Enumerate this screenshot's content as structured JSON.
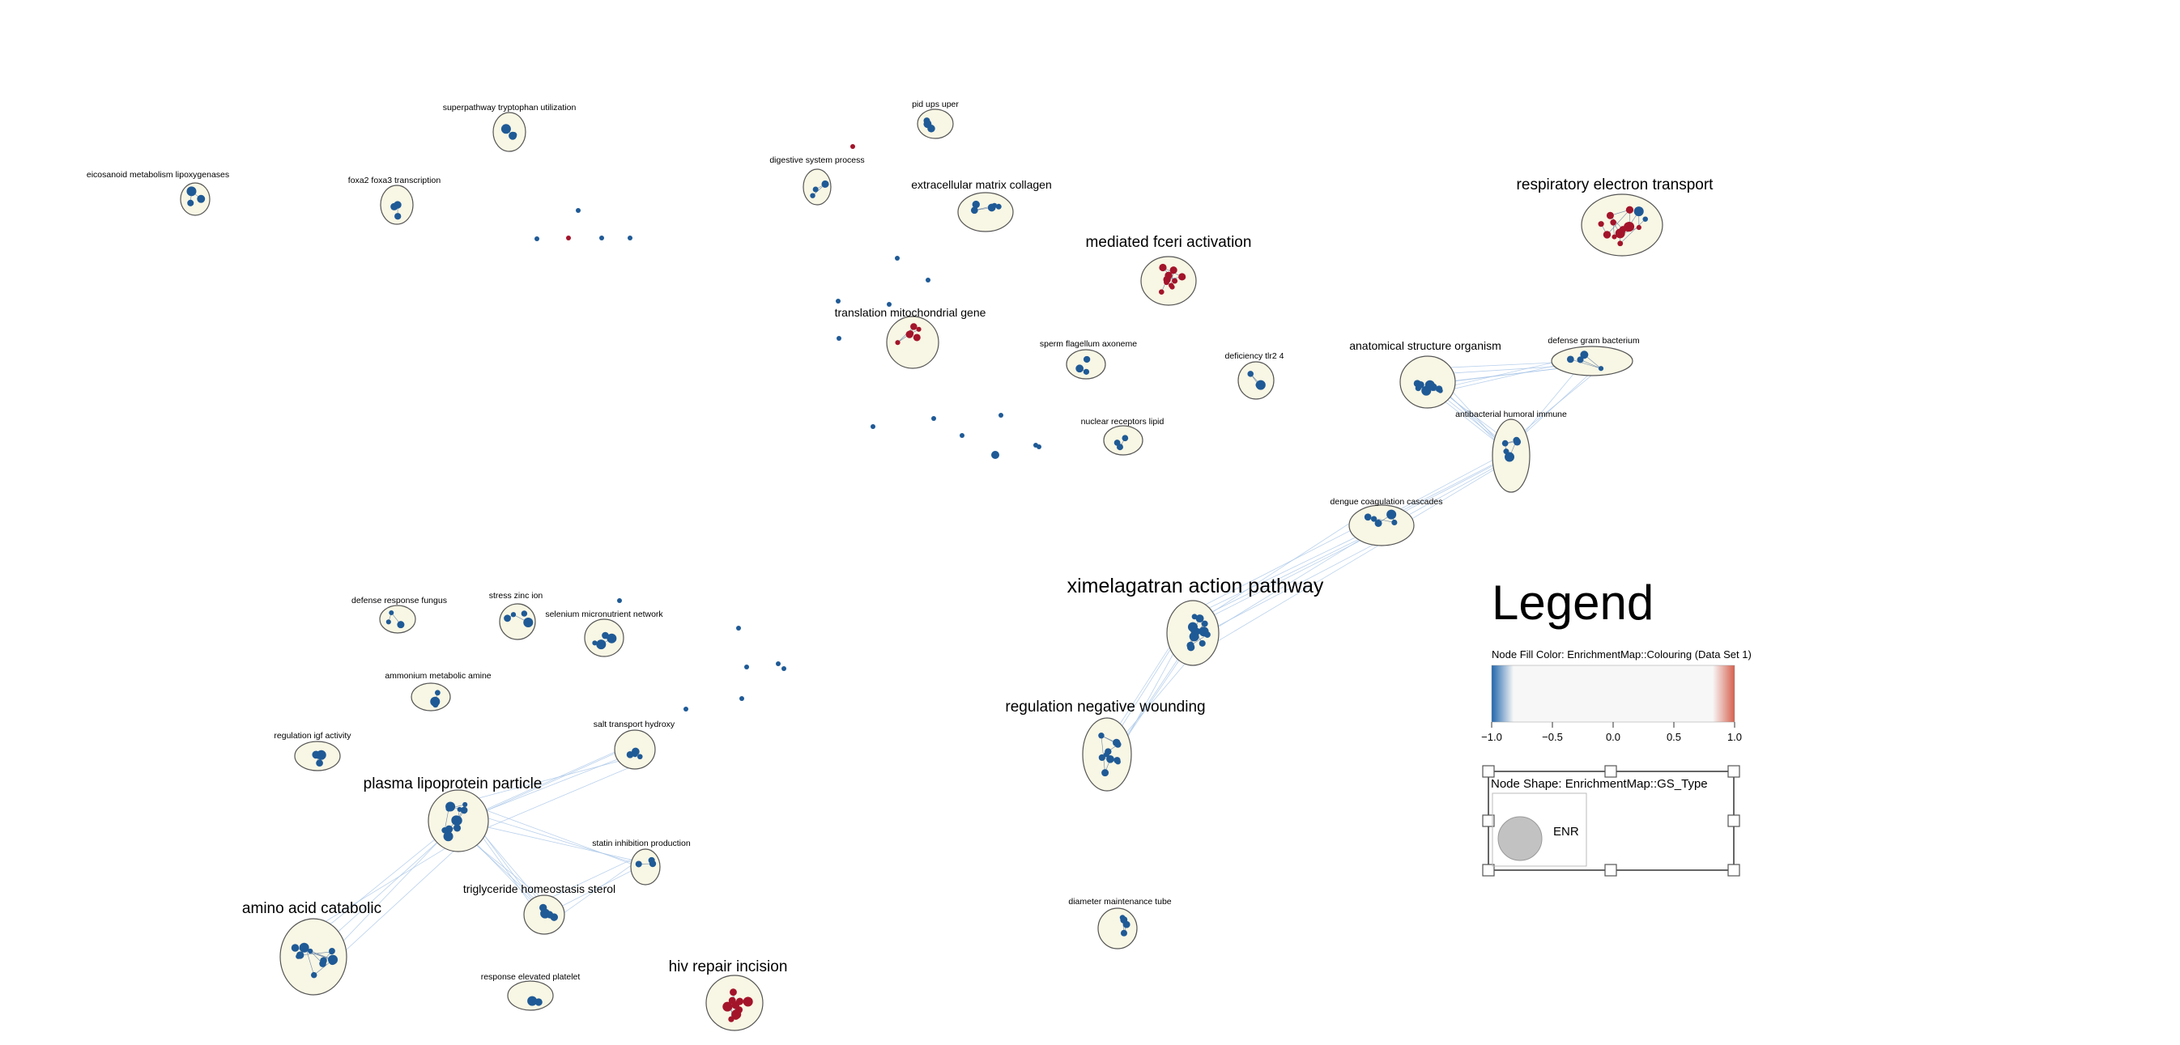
{
  "clusters": [
    {
      "label": "eicosanoid metabolism lipoxygenases",
      "size": "s"
    },
    {
      "label": "superpathway tryptophan utilization",
      "size": "s"
    },
    {
      "label": "foxa2 foxa3 transcription",
      "size": "s"
    },
    {
      "label": "pid ups uper",
      "size": "s"
    },
    {
      "label": "digestive system process",
      "size": "s"
    },
    {
      "label": "extracellular matrix collagen",
      "size": "m"
    },
    {
      "label": "mediated fceri activation",
      "size": "l"
    },
    {
      "label": "respiratory electron transport",
      "size": "l"
    },
    {
      "label": "translation mitochondrial gene",
      "size": "m"
    },
    {
      "label": "sperm flagellum axoneme",
      "size": "s"
    },
    {
      "label": "deficiency tlr2 4",
      "size": "s"
    },
    {
      "label": "anatomical structure organism",
      "size": "m"
    },
    {
      "label": "defense gram bacterium",
      "size": "s"
    },
    {
      "label": "antibacterial humoral immune",
      "size": "s"
    },
    {
      "label": "nuclear receptors lipid",
      "size": "s"
    },
    {
      "label": "dengue coagulation cascades",
      "size": "s"
    },
    {
      "label": "ximelagatran action pathway",
      "size": "xl"
    },
    {
      "label": "regulation negative wounding",
      "size": "l"
    },
    {
      "label": "defense response fungus",
      "size": "s"
    },
    {
      "label": "stress zinc ion",
      "size": "s"
    },
    {
      "label": "selenium micronutrient network",
      "size": "s"
    },
    {
      "label": "ammonium metabolic amine",
      "size": "s"
    },
    {
      "label": "regulation igf activity",
      "size": "s"
    },
    {
      "label": "salt transport hydroxy",
      "size": "s"
    },
    {
      "label": "plasma lipoprotein particle",
      "size": "l"
    },
    {
      "label": "statin inhibition production",
      "size": "s"
    },
    {
      "label": "triglyceride homeostasis sterol",
      "size": "m"
    },
    {
      "label": "amino acid catabolic",
      "size": "l"
    },
    {
      "label": "diameter maintenance tube",
      "size": "s"
    },
    {
      "label": "response elevated platelet",
      "size": "s"
    },
    {
      "label": "hiv repair incision",
      "size": "l"
    }
  ],
  "legend": {
    "title": "Legend",
    "fill_title": "Node Fill Color:  EnrichmentMap::Colouring (Data Set 1)",
    "ticks": [
      "−1.0",
      "−0.5",
      "0.0",
      "0.5",
      "1.0"
    ],
    "shape_title": "Node Shape:  EnrichmentMap::GS_Type",
    "shape_item": "ENR",
    "colors": {
      "low": "#2166ac",
      "mid": "#f7f7f7",
      "high": "#d6604d"
    }
  },
  "colors": {
    "node_blue": "#1f5a96",
    "node_red": "#a3142a",
    "cluster_fill": "#f8f6e4",
    "cluster_stroke": "#555555",
    "edge": "#a9c6e8"
  }
}
